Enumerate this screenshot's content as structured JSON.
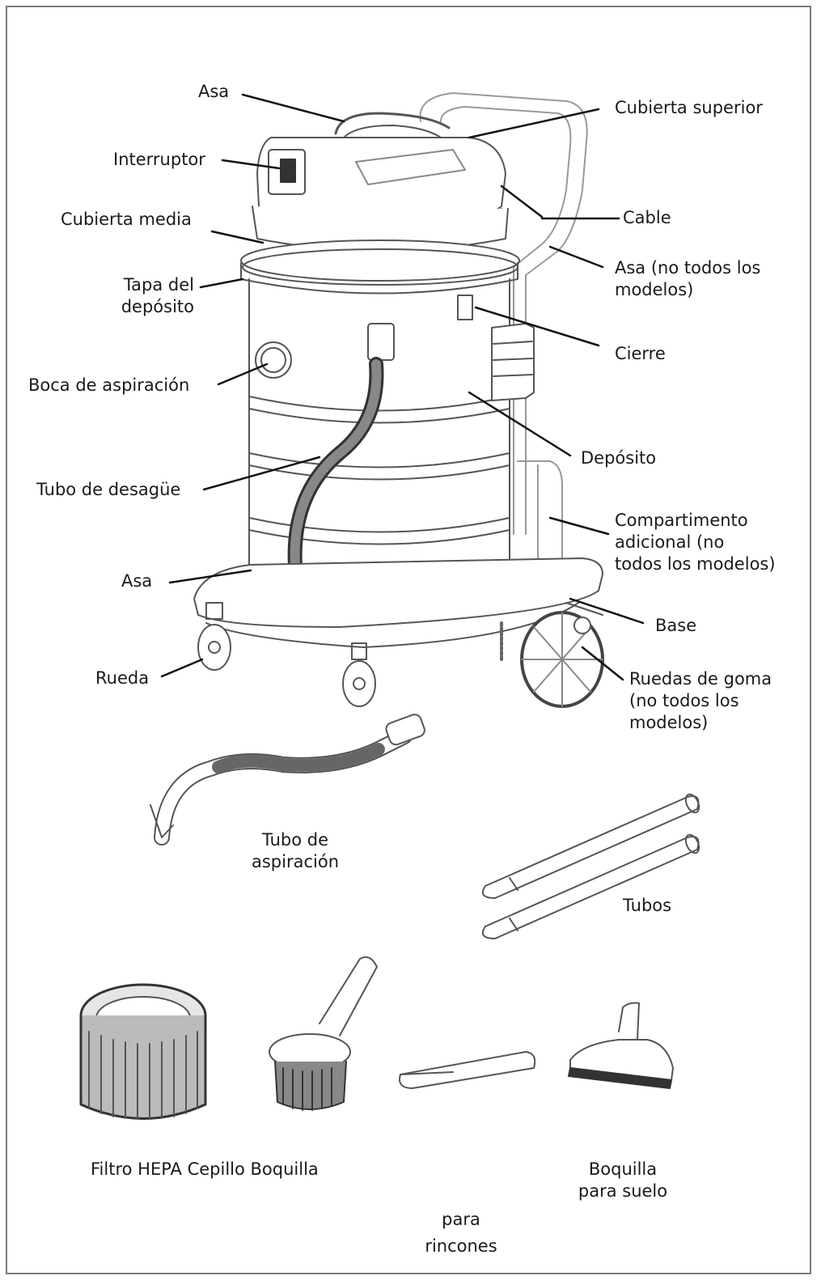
{
  "labels": {
    "asa_top": "Asa",
    "interruptor": "Interruptor",
    "cubierta_media": "Cubierta media",
    "tapa_line1": "Tapa del",
    "tapa_line2": "depósito",
    "boca": "Boca de aspiración",
    "tubo_desague": "Tubo de desagüe",
    "asa_bottom": "Asa",
    "rueda": "Rueda",
    "cubierta_superior": "Cubierta superior",
    "cable": "Cable",
    "asa_opt_line1": "Asa (no todos los",
    "asa_opt_line2": "modelos)",
    "cierre": "Cierre",
    "deposito": "Depósito",
    "comp_line1": "Compartimento",
    "comp_line2": "adicional  (no",
    "comp_line3": "todos los modelos)",
    "base": "Base",
    "ruedas_line1": "Ruedas de goma",
    "ruedas_line2": "(no todos los",
    "ruedas_line3": "modelos)"
  },
  "accessories": {
    "tubo_asp_line1": "Tubo de",
    "tubo_asp_line2": "aspiración",
    "tubos": "Tubos",
    "row_caption": "Filtro HEPA Cepillo Boquilla",
    "boquilla_suelo_line1": "Boquilla",
    "boquilla_suelo_line2": "para suelo",
    "rincones_line1": "para",
    "rincones_line2": "rincones"
  }
}
